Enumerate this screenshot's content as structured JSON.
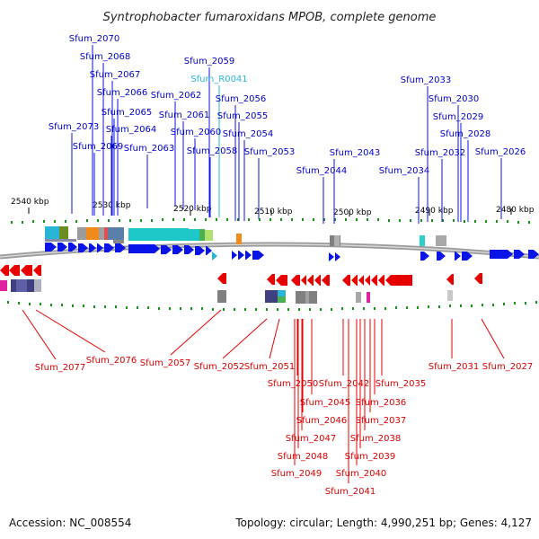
{
  "title": "Syntrophobacter fumaroxidans MPOB, complete genome",
  "footer": {
    "accession": "Accession: NC_008554",
    "summary": "Topology: circular; Length: 4,990,251 bp; Genes: 4,127"
  },
  "colors": {
    "forward_gene": "#0a14e6",
    "reverse_gene": "#e60000",
    "rna_label": "#29b6d6",
    "tick_mark": "#1a8f1a",
    "backbone": "#888888"
  },
  "scale_labels": [
    "2540 kbp",
    "2530 kbp",
    "2520 kbp",
    "2510 kbp",
    "2500 kbp",
    "2490 kbp",
    "2480 kbp"
  ],
  "top_labels": [
    "Sfum_2070",
    "Sfum_2068",
    "Sfum_2067",
    "Sfum_2066",
    "Sfum_2065",
    "Sfum_2064",
    "Sfum_2073",
    "Sfum_2069",
    "Sfum_2063",
    "Sfum_2062",
    "Sfum_2061",
    "Sfum_2060",
    "Sfum_2059",
    "Sfum_R0041",
    "Sfum_2056",
    "Sfum_2055",
    "Sfum_2054",
    "Sfum_2058",
    "Sfum_2053",
    "Sfum_2044",
    "Sfum_2043",
    "Sfum_2034",
    "Sfum_2033",
    "Sfum_2030",
    "Sfum_2029",
    "Sfum_2028",
    "Sfum_2032",
    "Sfum_2026"
  ],
  "bottom_labels": [
    "Sfum_2077",
    "Sfum_2076",
    "Sfum_2057",
    "Sfum_2052",
    "Sfum_2051",
    "Sfum_2050",
    "Sfum_2042",
    "Sfum_2035",
    "Sfum_2045",
    "Sfum_2036",
    "Sfum_2046",
    "Sfum_2037",
    "Sfum_2047",
    "Sfum_2038",
    "Sfum_2048",
    "Sfum_2039",
    "Sfum_2049",
    "Sfum_2040",
    "Sfum_2041",
    "Sfum_2031",
    "Sfum_2027"
  ]
}
